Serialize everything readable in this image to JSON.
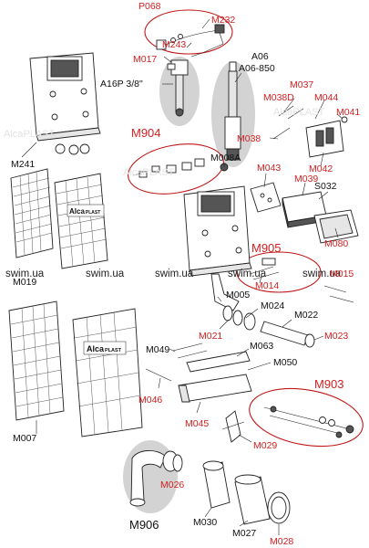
{
  "labels": {
    "P068": "P068",
    "M232": "M232",
    "M243": "M243",
    "M017": "M017",
    "A16P": "A16P 3/8\"",
    "A06": "A06",
    "A06_850": "A06-850",
    "M037": "M037",
    "M038D": "M038D",
    "M044": "M044",
    "M041": "M041",
    "M038": "M038",
    "M042": "M042",
    "M904": "M904",
    "M008A": "M008A",
    "M043": "M043",
    "M039": "M039",
    "S032": "S032",
    "M241": "M241",
    "M080": "M080",
    "M905": "M905",
    "M014": "M014",
    "M015": "M015",
    "M019": "M019",
    "M005": "M005",
    "M024": "M024",
    "M022": "M022",
    "M021": "M021",
    "M023": "M023",
    "M049": "M049",
    "M063": "M063",
    "M050": "M050",
    "M903": "M903",
    "M046": "M046",
    "M045": "M045",
    "M029": "M029",
    "M007": "M007",
    "M026": "M026",
    "M906": "M906",
    "M030": "M030",
    "M027": "M027",
    "M028": "M028"
  },
  "brand": {
    "logo_main": "Alca",
    "logo_sub": "PLAST",
    "ghost_mark": "AlcaPLAST"
  },
  "watermark": [
    "swim.ua",
    "swim.ua",
    "swim.ua",
    "swim.ua",
    "swim.ua"
  ],
  "colors": {
    "label_red": "#d42020",
    "label_black": "#111111",
    "highlight_ring": "#c01818",
    "highlight_grey": "#d3d3d3"
  }
}
